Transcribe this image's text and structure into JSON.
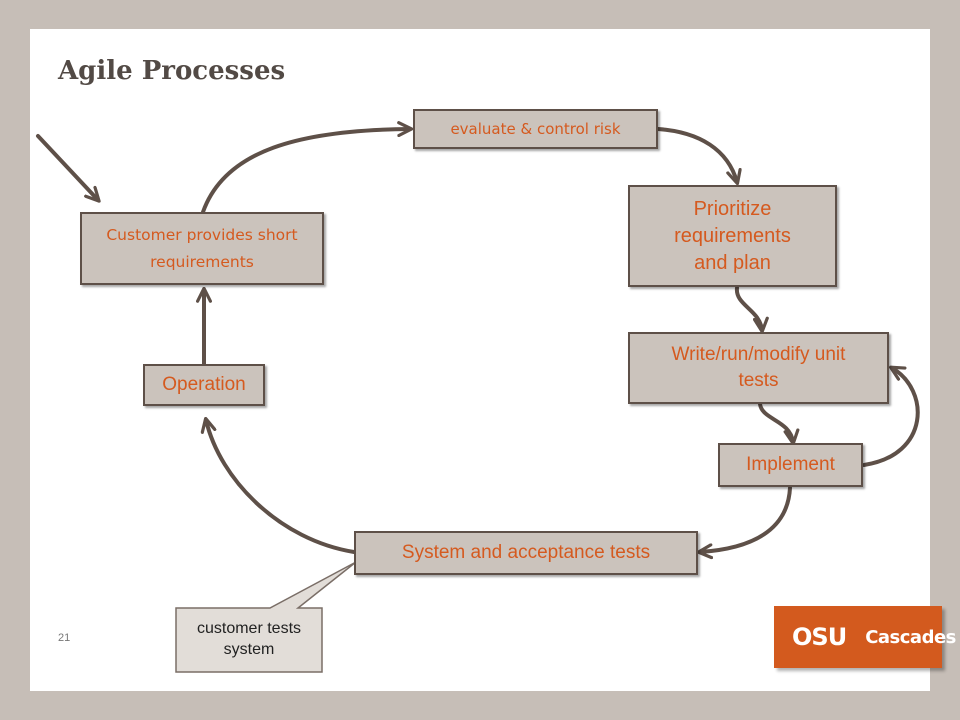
{
  "title": "Agile Processes",
  "nodes": {
    "evaluate": "evaluate & control risk",
    "prioritize": "Prioritize requirements and plan",
    "customer": "Customer provides short requirements",
    "write_tests": "Write/run/modify unit tests",
    "operation": "Operation",
    "implement": "Implement",
    "system_tests": "System and acceptance tests"
  },
  "callout": "customer tests system",
  "page_number": "21",
  "logo": {
    "left": "OSU",
    "right": "Cascades"
  },
  "colors": {
    "box_fill": "#cbc3bc",
    "box_border": "#5e5048",
    "accent_text": "#d55a1f",
    "arrow": "#5e5048",
    "logo_bg": "#d35a1e",
    "frame": "#c6beb7"
  }
}
